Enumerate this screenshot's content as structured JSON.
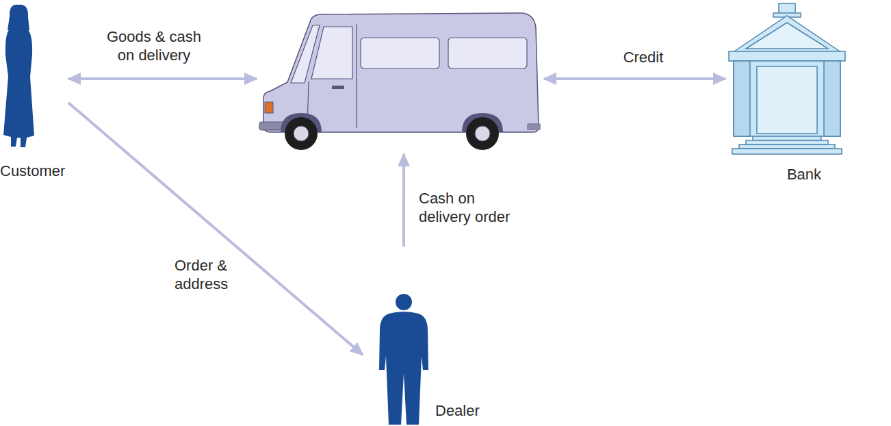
{
  "diagram": {
    "nodes": [
      {
        "text": [
          "Customer"
        ]
      },
      {
        "text": []
      },
      {
        "text": [
          "Bank"
        ]
      },
      {
        "text": [
          "Dealer"
        ]
      }
    ],
    "edges": [
      {
        "from": 0,
        "to": 1,
        "arrow": "both",
        "label": "Goods & cash on delivery"
      },
      {
        "from": 1,
        "to": 2,
        "arrow": "both",
        "label": "Credit"
      },
      {
        "from": 3,
        "to": 1,
        "arrow": "to",
        "label": "Cash on delivery order"
      },
      {
        "from": 0,
        "to": 3,
        "arrow": "to",
        "label": "Order & address"
      }
    ]
  }
}
